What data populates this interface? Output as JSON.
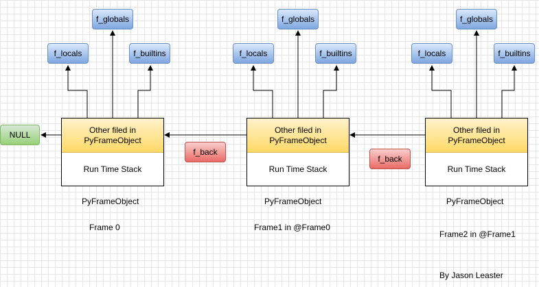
{
  "stacks": [
    {
      "globals": "f_globals",
      "locals": "f_locals",
      "builtins": "f_builtins",
      "frame_top_line1": "Other filed in",
      "frame_top_line2": "PyFrameObject",
      "frame_bottom": "Run Time Stack",
      "type_label": "PyFrameObject",
      "frame_label": "Frame 0"
    },
    {
      "globals": "f_globals",
      "locals": "f_locals",
      "builtins": "f_builtins",
      "frame_top_line1": "Other filed in",
      "frame_top_line2": "PyFrameObject",
      "frame_bottom": "Run Time Stack",
      "type_label": "PyFrameObject",
      "frame_label": "Frame1  in @Frame0"
    },
    {
      "globals": "f_globals",
      "locals": "f_locals",
      "builtins": "f_builtins",
      "frame_top_line1": "Other filed in",
      "frame_top_line2": "PyFrameObject",
      "frame_bottom": "Run Time Stack",
      "type_label": "PyFrameObject",
      "frame_label": "Frame2  in @Frame1"
    }
  ],
  "null_label": "NULL",
  "back_links": [
    "f_back",
    "f_back"
  ],
  "author": "By Jason Leaster",
  "colors": {
    "blue_fill": "#7ea6e0",
    "blue_border": "#6c8ebf",
    "yellow_fill": "#ffd966",
    "yellow_border": "#d6b656",
    "red_fill": "#ea6b66",
    "red_border": "#b85450",
    "green_fill": "#97d077",
    "green_border": "#82b366",
    "grid": "#e6e6e6"
  }
}
